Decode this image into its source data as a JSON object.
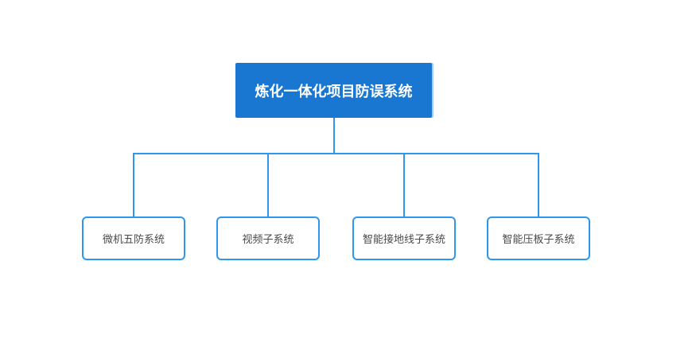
{
  "diagram": {
    "type": "org-tree",
    "root": {
      "label": "炼化一体化项目防误系统"
    },
    "children": [
      {
        "label": "微机五防系统"
      },
      {
        "label": "视频子系统"
      },
      {
        "label": "智能接地线子系统"
      },
      {
        "label": "智能压板子系统"
      }
    ],
    "colors": {
      "background": "#ffffff",
      "root_fill": "#1977d2",
      "root_text": "#ffffff",
      "root_edge_highlight": "#a9cdf0",
      "connector": "#2e97f0",
      "child_border": "#2e97f0",
      "child_fill": "#ffffff",
      "child_text": "#4a4a4a"
    }
  }
}
